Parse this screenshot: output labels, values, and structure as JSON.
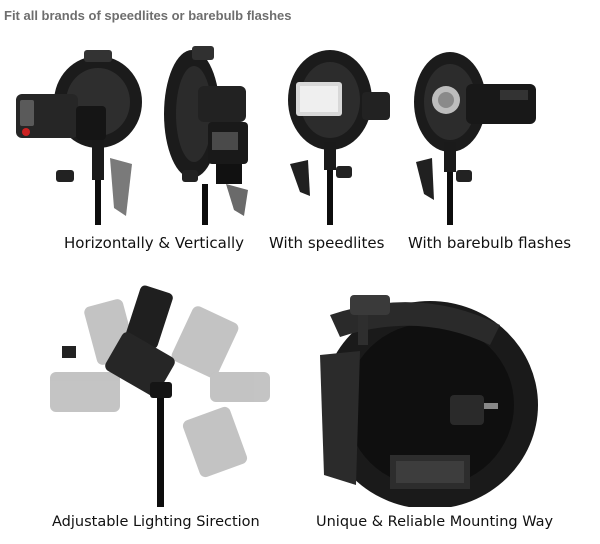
{
  "heading": "Fit all brands of speedlites or barebulb flashes",
  "captions": {
    "horizontal": "Horizontally & Vertically",
    "speedlites": "With speedlites",
    "barebulb": "With  barebulb flashes",
    "adjustable": "Adjustable Lighting Sirection",
    "mounting": "Unique & Reliable Mounting Way"
  },
  "colors": {
    "background": "#ffffff",
    "heading_text": "#6e6e6e",
    "caption_text": "#111111",
    "product_black": "#111111"
  }
}
